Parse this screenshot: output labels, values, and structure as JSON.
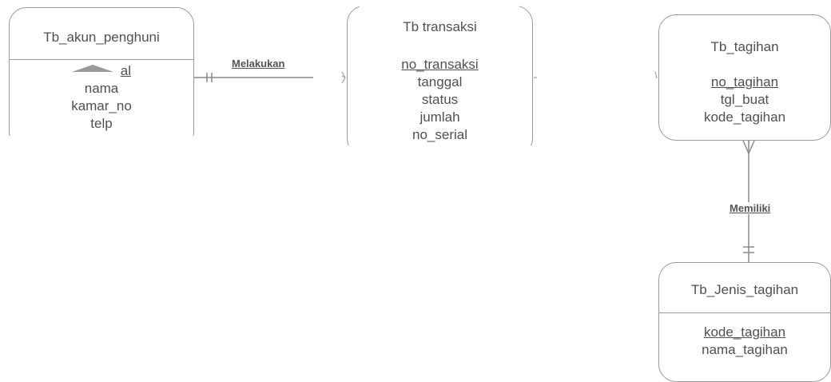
{
  "entities": {
    "akun_penghuni": {
      "title": "Tb_akun_penghuni",
      "key_attr": "al",
      "attrs": [
        "nama",
        "kamar_no",
        "telp"
      ]
    },
    "transaksi": {
      "title": "Tb  transaksi",
      "key_attr": "no_transaksi",
      "attrs": [
        "tanggal",
        "status",
        "jumlah",
        "no_serial"
      ]
    },
    "tagihan": {
      "title": "Tb_tagihan",
      "key_attr": "no_tagihan",
      "attrs": [
        "tgl_buat",
        "kode_tagihan"
      ]
    },
    "jenis_tagihan": {
      "title": "Tb_Jenis_tagihan",
      "key_attr": "kode_tagihan",
      "attrs": [
        "nama_tagihan"
      ]
    }
  },
  "relationships": {
    "melakukan": "Melakukan",
    "memiliki": "Memiliki"
  },
  "colors": {
    "line": "#8a8a8a",
    "border": "#9a9a9a",
    "text": "#505050"
  }
}
